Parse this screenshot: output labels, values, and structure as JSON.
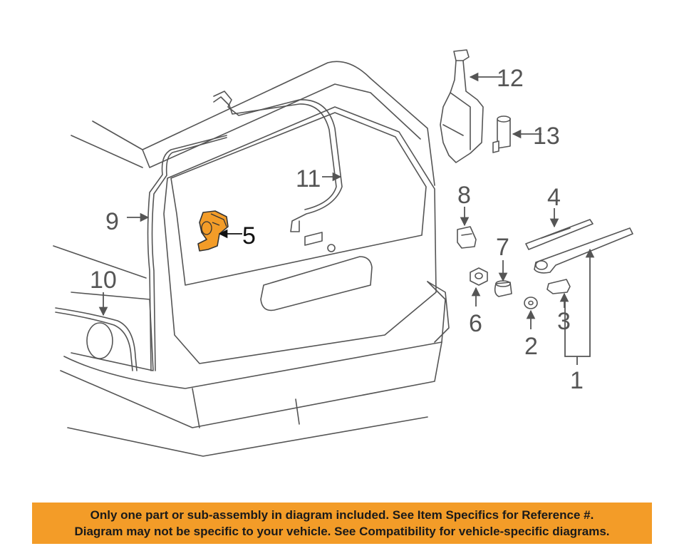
{
  "callouts": {
    "c1": "1",
    "c2": "2",
    "c3": "3",
    "c4": "4",
    "c5": "5",
    "c6": "6",
    "c7": "7",
    "c8": "8",
    "c9": "9",
    "c10": "10",
    "c11": "11",
    "c12": "12",
    "c13": "13"
  },
  "highlight_color": "#f39c28",
  "banner": {
    "line1": "Only one part or sub-assembly in diagram included. See Item Specifics for Reference #.",
    "line2": "Diagram may not be specific to your vehicle. See Compatibility for vehicle-specific diagrams."
  }
}
